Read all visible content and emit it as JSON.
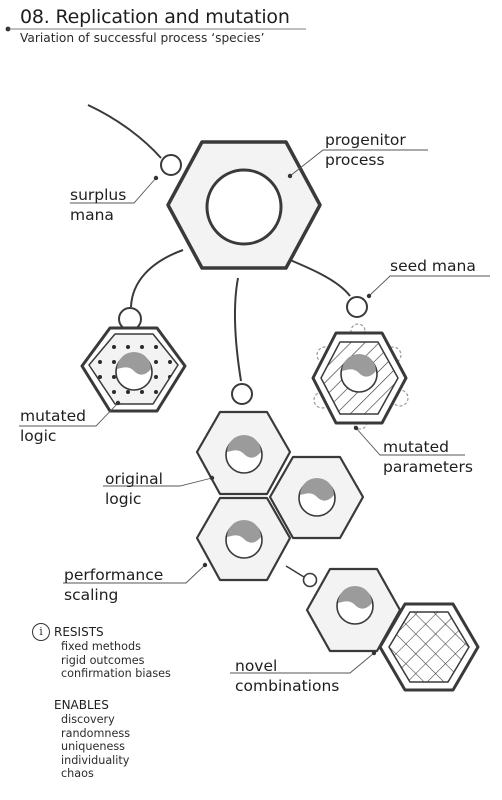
{
  "header": {
    "title": "08. Replication and mutation",
    "subtitle": "Variation of successful process ‘species’"
  },
  "labels": {
    "progenitor": [
      "progenitor",
      "process"
    ],
    "surplus": [
      "surplus",
      "mana"
    ],
    "seed_mana": [
      "seed mana"
    ],
    "mutated_logic": [
      "mutated",
      "logic"
    ],
    "mutated_parameters": [
      "mutated",
      "parameters"
    ],
    "original_logic": [
      "original",
      "logic"
    ],
    "performance_scaling": [
      "performance",
      "scaling"
    ],
    "novel_combinations": [
      "novel",
      "combinations"
    ]
  },
  "legend": {
    "info_icon": "info-icon",
    "resists_title": "RESISTS",
    "resists_items": [
      "fixed methods",
      "rigid outcomes",
      "confirmation biases"
    ],
    "enables_title": "ENABLES",
    "enables_items": [
      "discovery",
      "randomness",
      "uniqueness",
      "individuality",
      "chaos"
    ]
  },
  "colors": {
    "stroke": "#3a3a3a",
    "hex_fill": "#f3f3f3",
    "core_grey": "#9b9b9b",
    "leader": "#555555"
  }
}
